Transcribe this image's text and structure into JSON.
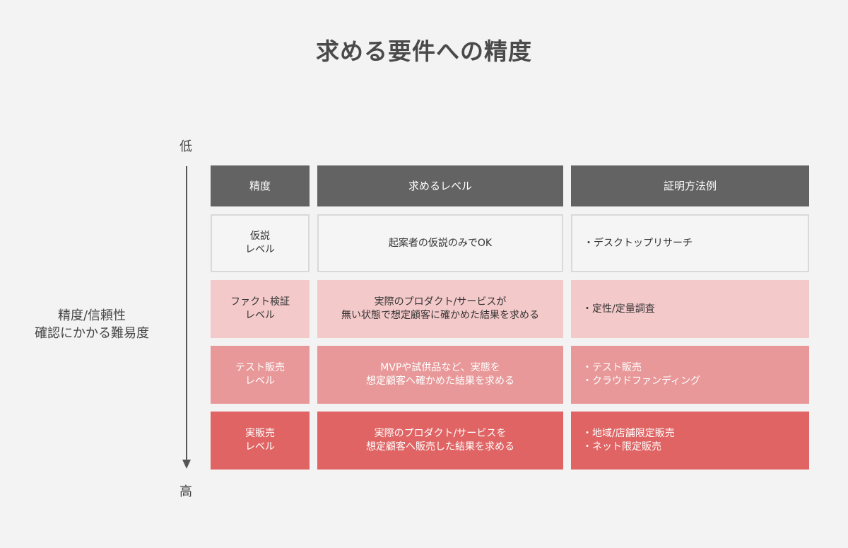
{
  "title": "求める要件への精度",
  "axis": {
    "low": "低",
    "high": "高",
    "label_line1": "精度/信頼性",
    "label_line2": "確認にかかる難易度"
  },
  "table": {
    "headers": [
      "精度",
      "求めるレベル",
      "証明方法例"
    ],
    "rows": [
      {
        "level": "仮説\nレベル",
        "requirement": "起案者の仮説のみでOK",
        "method": "・デスクトップリサーチ"
      },
      {
        "level": "ファクト検証\nレベル",
        "requirement": "実際のプロダクト/サービスが\n無い状態で想定顧客に確かめた結果を求める",
        "method": "・定性/定量調査"
      },
      {
        "level": "テスト販売\nレベル",
        "requirement": "MVPや試供品など、実態を\n想定顧客へ確かめた結果を求める",
        "method": "・テスト販売\n・クラウドファンディング"
      },
      {
        "level": "実販売\nレベル",
        "requirement": "実際のプロダクト/サービスを\n想定顧客へ販売した結果を求める",
        "method": "・地域/店舗限定販売\n・ネット限定販売"
      }
    ]
  },
  "colors": {
    "header": "#636363",
    "row_hypothesis": "#f5f5f5",
    "row_fact": "#f4c9ca",
    "row_test_sale": "#e89899",
    "row_actual_sale": "#e06464"
  }
}
